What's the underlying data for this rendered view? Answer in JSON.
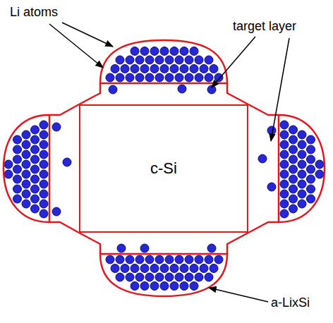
{
  "diagram": {
    "nodes": [
      {
        "text": [
          "c-Si"
        ]
      }
    ],
    "edges": [],
    "labels": [
      "Li atoms",
      "target layer",
      "a-LixSi"
    ]
  }
}
